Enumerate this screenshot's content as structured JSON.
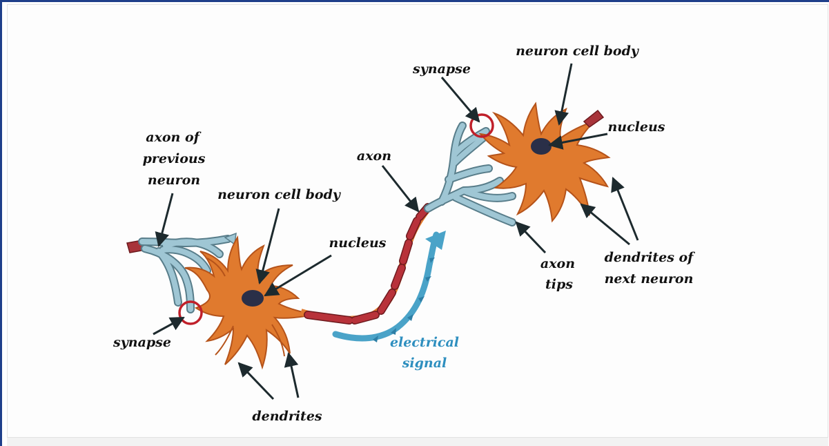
{
  "diagram": {
    "labels": {
      "axon_prev_1": "axon of",
      "axon_prev_2": "previous",
      "axon_prev_3": "neuron",
      "cell_body_left": "neuron cell body",
      "nucleus_left": "nucleus",
      "synapse_left": "synapse",
      "dendrites_left": "dendrites",
      "axon": "axon",
      "signal_1": "electrical",
      "signal_2": "signal",
      "synapse_right": "synapse",
      "cell_body_right": "neuron cell body",
      "nucleus_right": "nucleus",
      "axon_tips_1": "axon",
      "axon_tips_2": "tips",
      "dendrites_next_1": "dendrites of",
      "dendrites_next_2": "next neuron"
    },
    "colors": {
      "soma": "#e07a2e",
      "soma_outline": "#b5531a",
      "nucleus": "#2a2f48",
      "axon_sheath": "#b8323a",
      "terminal": "#9fc6d4",
      "terminal_outline": "#587d8a",
      "signal_arrow": "#4aa3c8",
      "synapse_ring": "#c0202a",
      "border": "#1f3f8a"
    }
  }
}
